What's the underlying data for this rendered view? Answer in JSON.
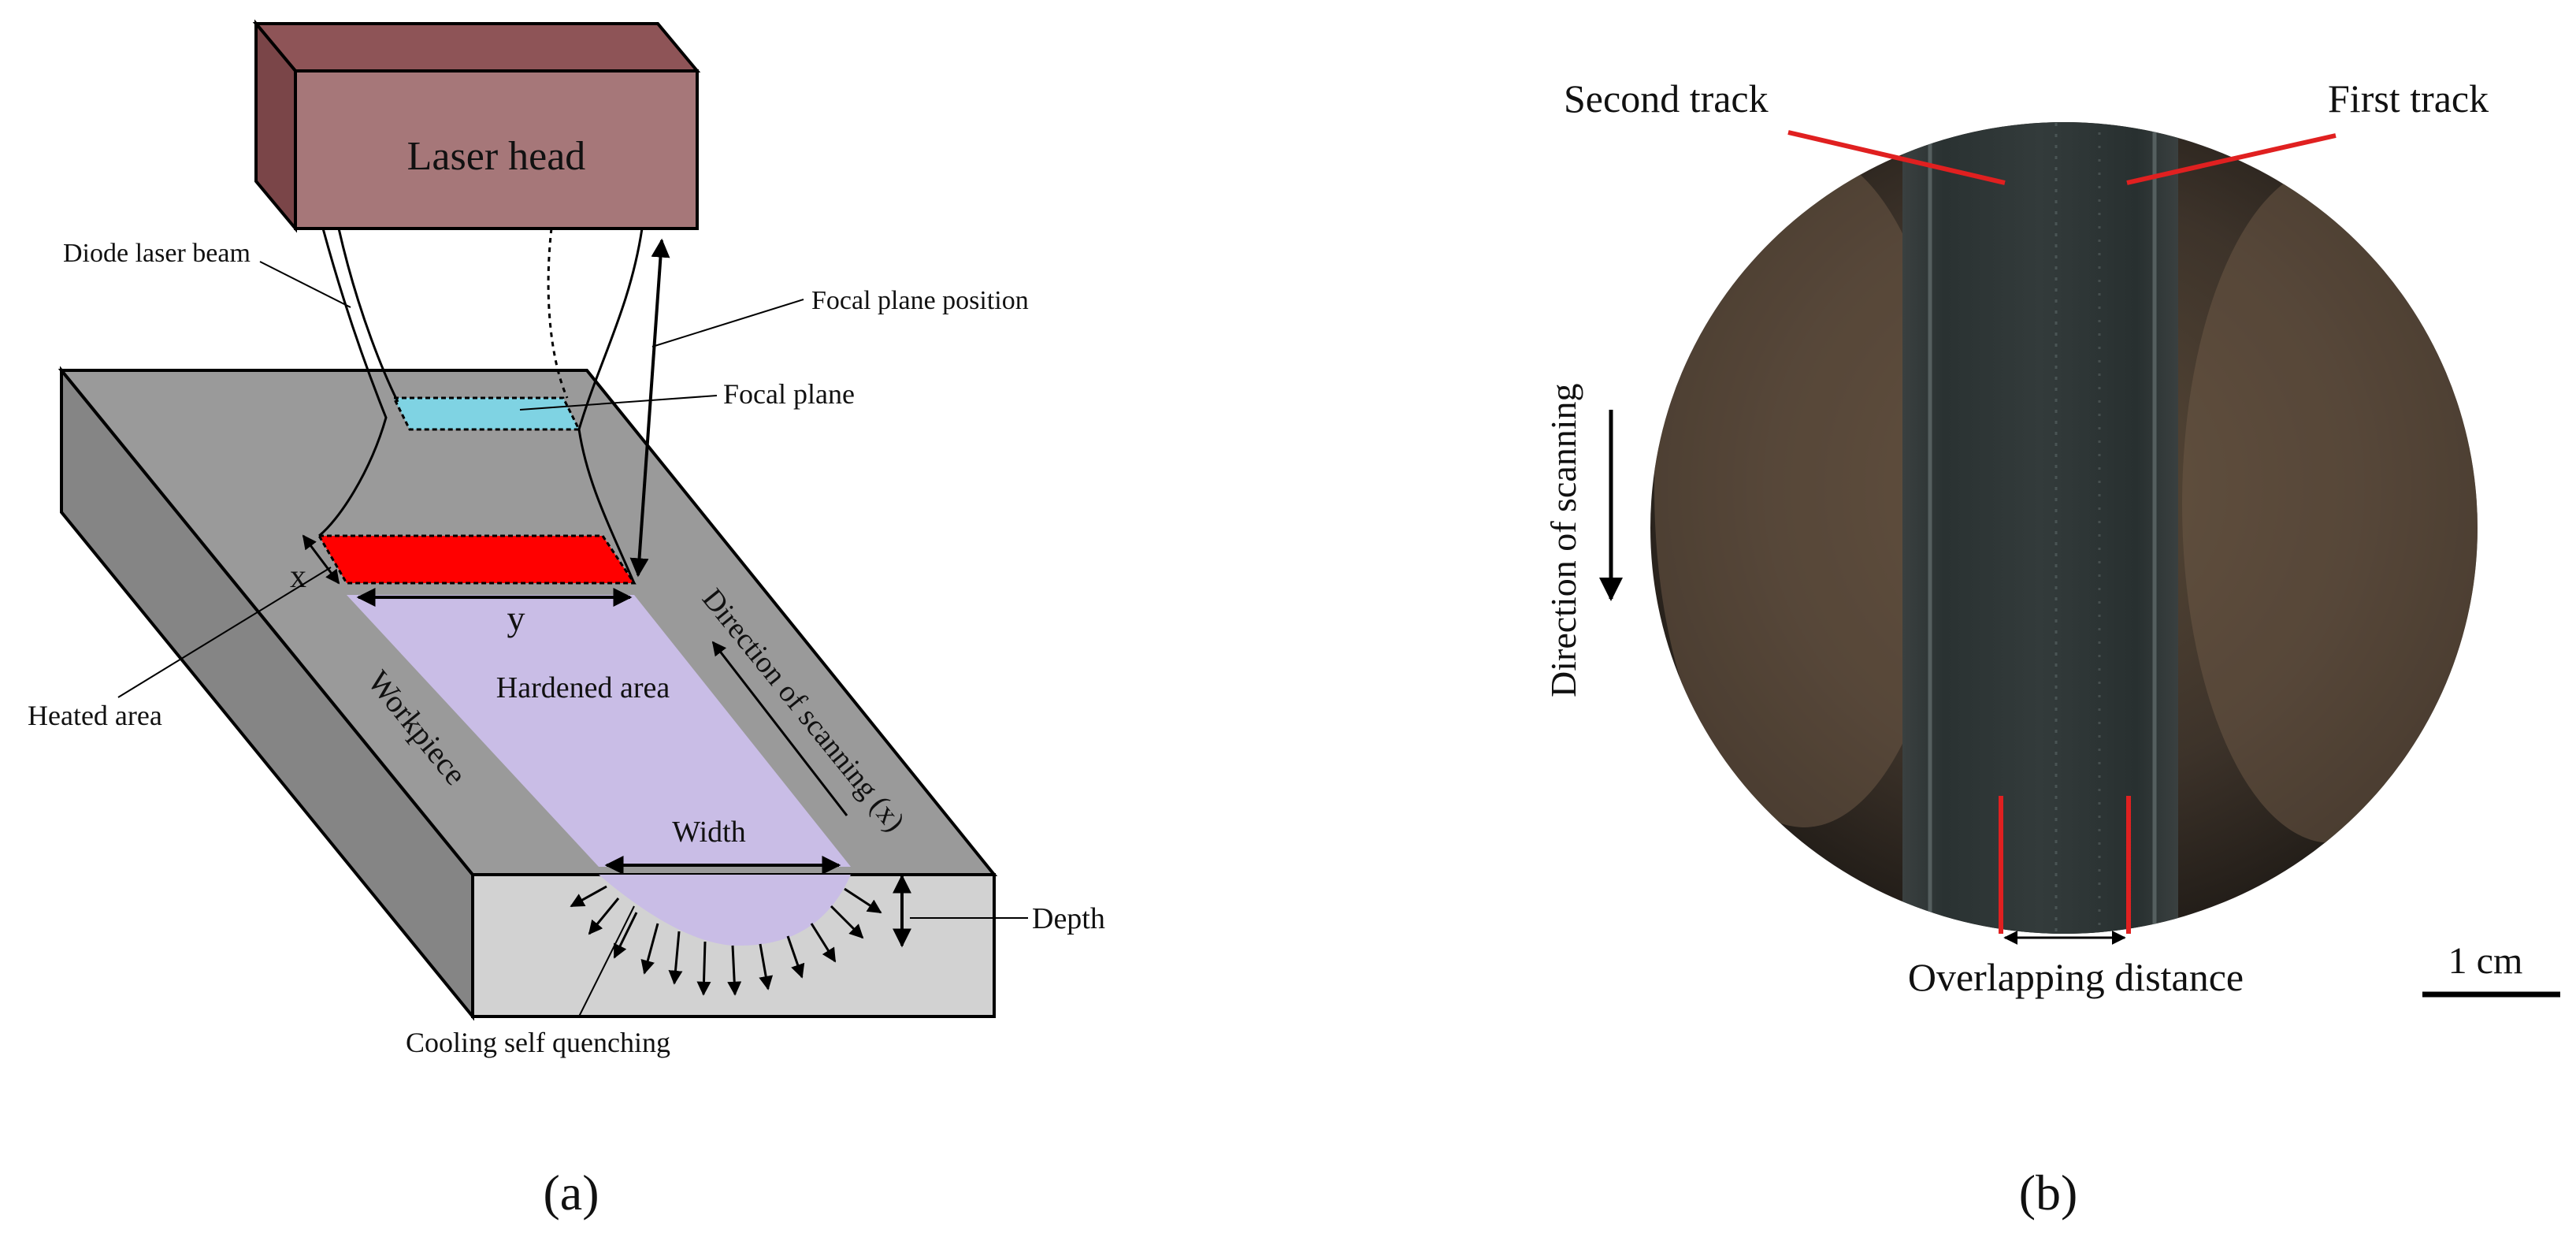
{
  "panel_a": {
    "caption": "(a)",
    "laser_head": "Laser head",
    "diode_laser_beam": "Diode laser beam",
    "focal_plane_position": "Focal plane position",
    "focal_plane": "Focal plane",
    "heated_area": "Heated area",
    "x_label": "x",
    "y_label": "y",
    "hardened_area": "Hardened area",
    "direction_of_scanning": "Direction of scanning (x)",
    "workpiece": "Workpiece",
    "width": "Width",
    "depth": "Depth",
    "cooling": "Cooling self quenching"
  },
  "panel_b": {
    "caption": "(b)",
    "second_track": "Second track",
    "first_track": "First track",
    "direction_of_scanning": "Direction of scanning",
    "overlapping_distance": "Overlapping distance",
    "scale_bar": "1 cm"
  },
  "colors": {
    "laser_head_front": "#a67779",
    "laser_head_top": "#8e5457",
    "laser_head_side": "#7a4548",
    "workpiece_top": "#9a9a9a",
    "workpiece_front": "#d2d2d2",
    "workpiece_side": "#858585",
    "hardened_area": "#c9bde6",
    "heated_area": "#ff0000",
    "focal_plane": "#7fd3e3",
    "red_lines": "#e02020",
    "specimen_dark": "#2c2a26",
    "specimen_track": "#2f3838"
  }
}
